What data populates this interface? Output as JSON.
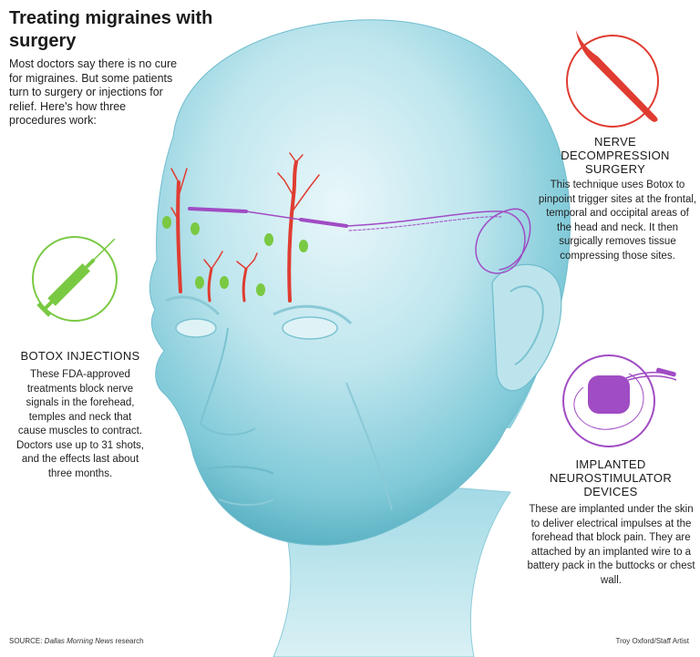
{
  "title": "Treating migraines with surgery",
  "intro": "Most doctors say there is no cure for migraines. But some patients turn to surgery or injections for relief. Here's how three procedures work:",
  "procedures": {
    "nerve_decompression": {
      "title": "NERVE DECOMPRESSION SURGERY",
      "description": "This technique uses Botox to pinpoint trigger sites at the frontal, temporal and occipital areas of the head and neck. It then surgically removes tissue compressing those sites.",
      "icon": "scalpel-icon",
      "color": "#e03c31"
    },
    "botox": {
      "title": "BOTOX INJECTIONS",
      "description": "These FDA-approved treatments block nerve signals in the forehead, temples and neck that cause muscles to contract. Doctors use up to 31 shots, and the effects last about three months.",
      "icon": "syringe-icon",
      "color": "#7ac943"
    },
    "neurostimulator": {
      "title": "IMPLANTED NEUROSTIMULATOR DEVICES",
      "description": "These are implanted under the skin to deliver electrical impulses at the forehead that block pain. They are attached by an implanted wire to a battery pack in the buttocks or chest wall.",
      "icon": "neurostimulator-icon",
      "color": "#a04cc4"
    }
  },
  "footer": {
    "source_prefix": "SOURCE: ",
    "source_publication": "Dallas Morning News",
    "source_suffix": " research",
    "credit": "Troy Oxford/Staff Artist"
  }
}
